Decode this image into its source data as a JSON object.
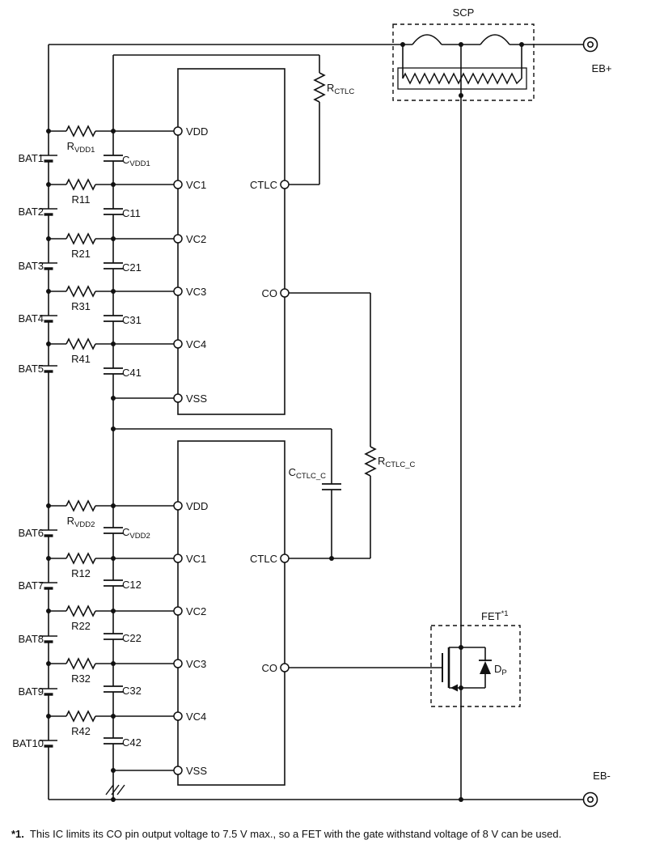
{
  "colors": {
    "wire": "#111111",
    "background": "#ffffff"
  },
  "scp": {
    "label": "SCP"
  },
  "terminals": {
    "eb_plus": "EB+",
    "eb_minus": "EB-"
  },
  "fet": {
    "label": {
      "main": "FET",
      "sup": "*1"
    },
    "diode": {
      "main": "D",
      "sub": "P"
    }
  },
  "batteries": [
    "BAT1",
    "BAT2",
    "BAT3",
    "BAT4",
    "BAT5",
    "BAT6",
    "BAT7",
    "BAT8",
    "BAT9",
    "BAT10"
  ],
  "ic1": {
    "pins_left": [
      "VDD",
      "VC1",
      "VC2",
      "VC3",
      "VC4",
      "VSS"
    ],
    "pins_right": [
      "CTLC",
      "CO"
    ]
  },
  "ic2": {
    "pins_left": [
      "VDD",
      "VC1",
      "VC2",
      "VC3",
      "VC4",
      "VSS"
    ],
    "pins_right": [
      "CTLC",
      "CO"
    ]
  },
  "parts": {
    "rvdd1": {
      "main": "R",
      "sub": "VDD1"
    },
    "r11": {
      "main": "R11",
      "sub": ""
    },
    "r21": {
      "main": "R21",
      "sub": ""
    },
    "r31": {
      "main": "R31",
      "sub": ""
    },
    "r41": {
      "main": "R41",
      "sub": ""
    },
    "cvdd1": {
      "main": "C",
      "sub": "VDD1"
    },
    "c11": {
      "main": "C11",
      "sub": ""
    },
    "c21": {
      "main": "C21",
      "sub": ""
    },
    "c31": {
      "main": "C31",
      "sub": ""
    },
    "c41": {
      "main": "C41",
      "sub": ""
    },
    "rvdd2": {
      "main": "R",
      "sub": "VDD2"
    },
    "r12": {
      "main": "R12",
      "sub": ""
    },
    "r22": {
      "main": "R22",
      "sub": ""
    },
    "r32": {
      "main": "R32",
      "sub": ""
    },
    "r42": {
      "main": "R42",
      "sub": ""
    },
    "cvdd2": {
      "main": "C",
      "sub": "VDD2"
    },
    "c12": {
      "main": "C12",
      "sub": ""
    },
    "c22": {
      "main": "C22",
      "sub": ""
    },
    "c32": {
      "main": "C32",
      "sub": ""
    },
    "c42": {
      "main": "C42",
      "sub": ""
    },
    "rctlc": {
      "main": "R",
      "sub": "CTLC"
    },
    "rctlc_c": {
      "main": "R",
      "sub": "CTLC_C"
    },
    "cctlc_c": {
      "main": "C",
      "sub": "CTLC_C"
    }
  },
  "footnote": {
    "marker": "*1.",
    "text": "This IC limits its CO pin output voltage to 7.5 V max., so a FET with the gate withstand voltage of 8 V can be used."
  }
}
